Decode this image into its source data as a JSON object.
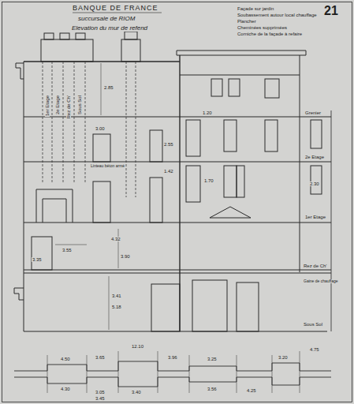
{
  "diagram": {
    "title": "BANQUE DE FRANCE",
    "labels": [
      "succursale de RIOM",
      "Elevation du mur de refend",
      "21",
      "Façade sur jardin",
      "Soubassement autour local chauffage",
      "Plancher",
      "Cheminées supprimées",
      "Corniche de la façade à refaire",
      "Grenier",
      "2e Etage",
      "1er Etage",
      "Rez de Ch'",
      "Sous Sol",
      "Gaine de chauffage",
      "1er Etage",
      "2e Etage",
      "Rez de Ch'",
      "Sous Sol",
      "Linteau béton armé",
      "2.85",
      "3.00",
      "2.55",
      "1.42",
      "3.35",
      "3.55",
      "4.32",
      "3.90",
      "3.41",
      "5.18",
      "1.20",
      "1.70",
      "2.30",
      "4.50",
      "4.30",
      "3.05",
      "3.45",
      "3.65",
      "12.10",
      "3.96",
      "3.40",
      "3.25",
      "3.56",
      "4.25",
      "4.75",
      "3.20"
    ]
  }
}
